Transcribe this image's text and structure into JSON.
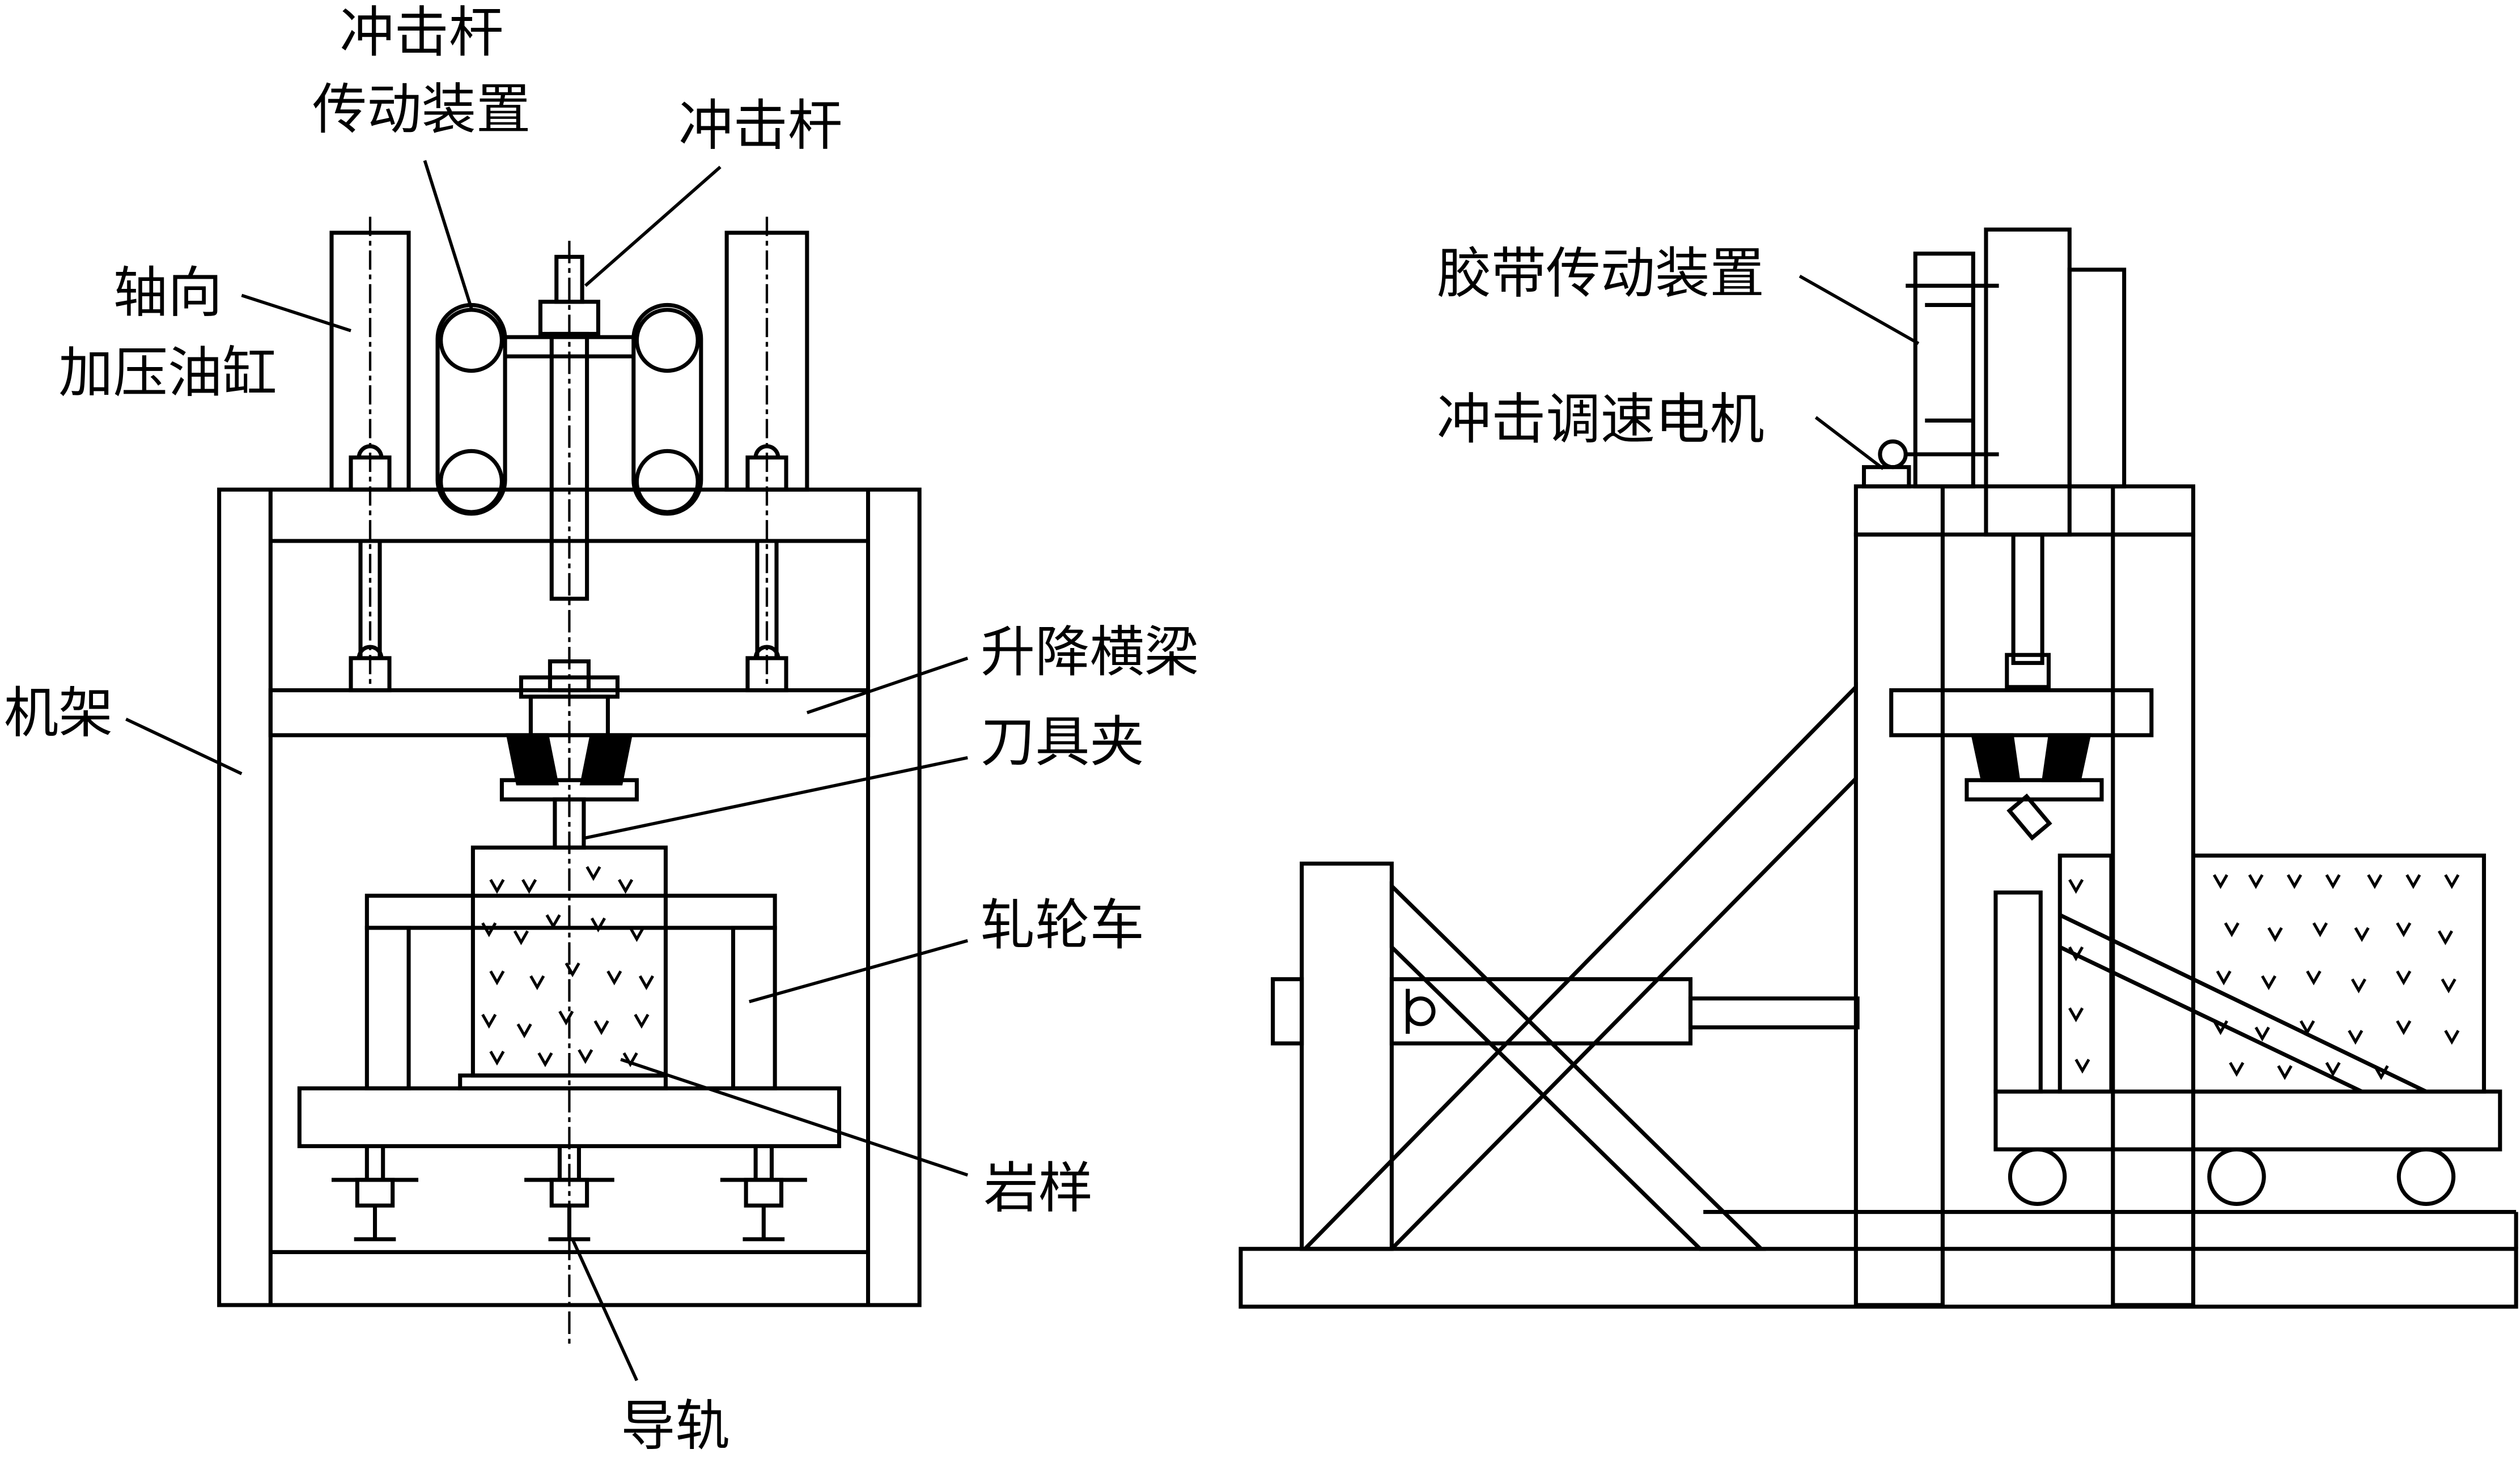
{
  "labels": {
    "impact_rod_drive_line1": "冲击杆",
    "impact_rod_drive_line2": "传动装置",
    "impact_rod": "冲击杆",
    "axial_cylinder_line1": "轴向",
    "axial_cylinder_line2": "加压油缸",
    "lifting_beam": "升降横梁",
    "frame": "机架",
    "tool_clamp": "刀具夹",
    "rolling_cart": "轧轮车",
    "rock_sample": "岩样",
    "guide_rail": "导轨",
    "belt_drive": "胶带传动装置",
    "impact_speed_motor": "冲击调速电机"
  },
  "style": {
    "line_color": "#000000",
    "background": "#ffffff"
  }
}
